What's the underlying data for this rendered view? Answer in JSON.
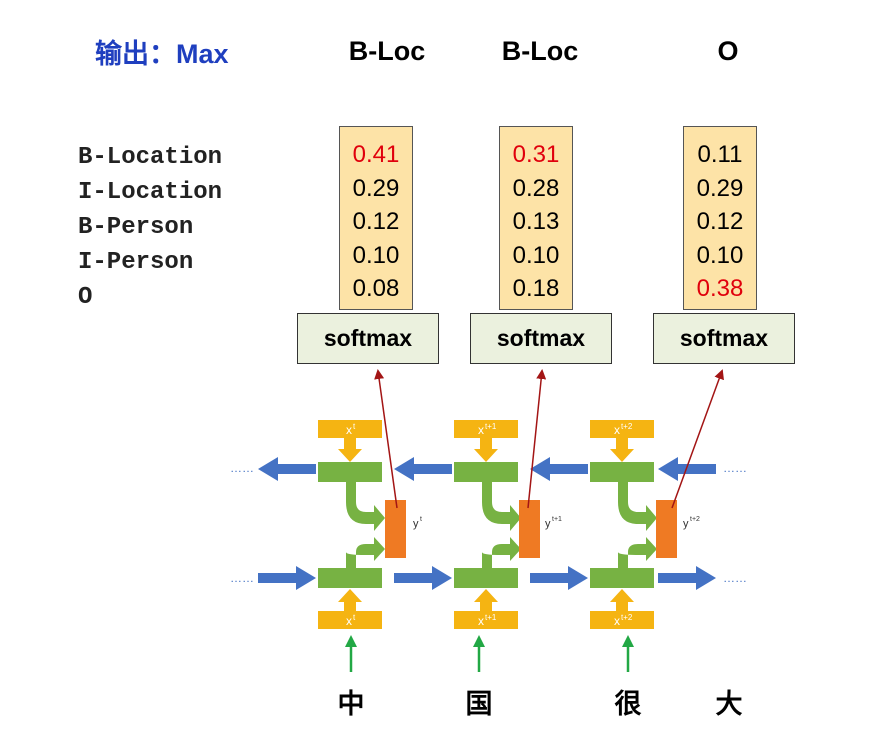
{
  "output": {
    "label": "输出：Max",
    "tags": [
      "B-Loc",
      "B-Loc",
      "O"
    ]
  },
  "classes": [
    "B-Location",
    "I-Location",
    "B-Person",
    "I-Person",
    "O"
  ],
  "columns": [
    {
      "probs": [
        "0.41",
        "0.29",
        "0.12",
        "0.10",
        "0.08"
      ],
      "max_index": 0,
      "softmax_label": "softmax"
    },
    {
      "probs": [
        "0.31",
        "0.28",
        "0.13",
        "0.10",
        "0.18"
      ],
      "max_index": 0,
      "softmax_label": "softmax"
    },
    {
      "probs": [
        "0.11",
        "0.29",
        "0.12",
        "0.10",
        "0.38"
      ],
      "max_index": 4,
      "softmax_label": "softmax"
    }
  ],
  "network": {
    "x_top": [
      "x",
      "x",
      "x"
    ],
    "x_top_sup": [
      "t",
      "t+1",
      "t+2"
    ],
    "x_bottom": [
      "x",
      "x",
      "x"
    ],
    "x_bottom_sup": [
      "t",
      "t+1",
      "t+2"
    ],
    "y": [
      "y",
      "y",
      "y"
    ],
    "y_sup": [
      "t",
      "t+1",
      "t+2"
    ],
    "dots": "……"
  },
  "input_chars": [
    "中",
    "国",
    "很",
    "大"
  ],
  "colors": {
    "output_label": "#1f3fbf",
    "highlight": "#e0000c",
    "prob_fill": "#fde3a7",
    "softmax_fill": "#ebf1de",
    "green_block": "#77b243",
    "yellow_block": "#f5b412",
    "orange_block": "#ef7a23",
    "blue_arrow": "#4472c4",
    "red_arrow": "#a31515",
    "green_arrow": "#22a845"
  }
}
